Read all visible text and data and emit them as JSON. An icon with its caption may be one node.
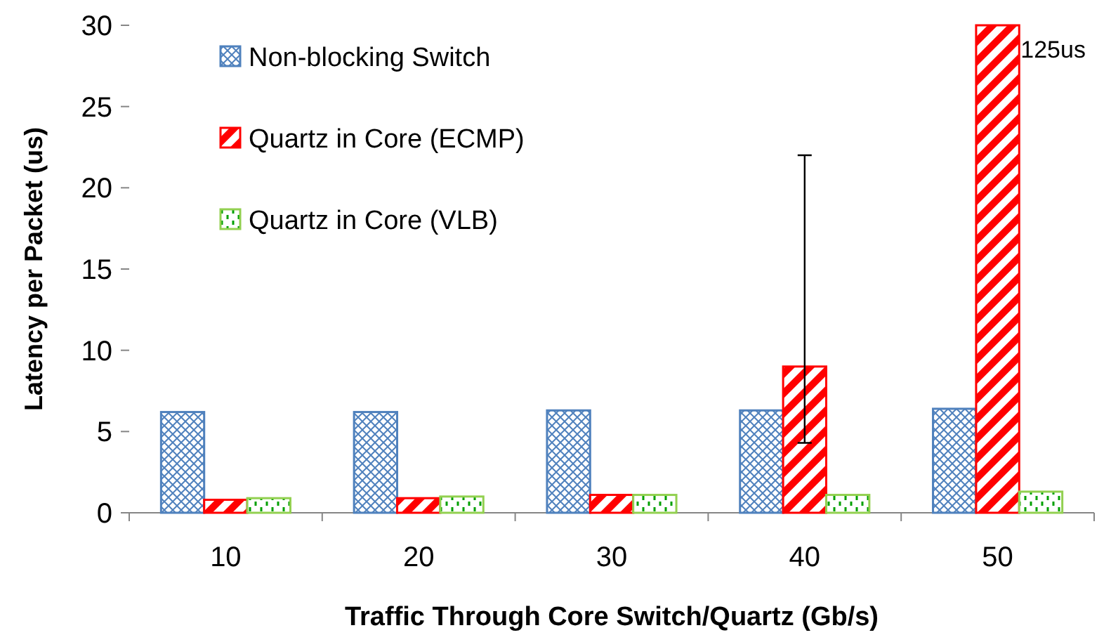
{
  "diagram": {
    "chart_data": {
      "type": "bar",
      "xlabel": "Traffic Through Core Switch/Quartz (Gb/s)",
      "ylabel": "Latency per Packet (us)",
      "categories": [
        "10",
        "20",
        "30",
        "40",
        "50"
      ],
      "series": [
        {
          "name": "Non-blocking Switch",
          "color": "#4f81bd",
          "values": [
            6.2,
            6.2,
            6.3,
            6.3,
            6.4
          ]
        },
        {
          "name": "Quartz in Core (ECMP)",
          "color": "#ff0000",
          "values": [
            0.8,
            0.9,
            1.1,
            9.0,
            30
          ],
          "errors": [
            null,
            null,
            null,
            [
              4.3,
              22
            ],
            null
          ]
        },
        {
          "name": "Quartz in Core (VLB)",
          "color": "#92d050",
          "values": [
            0.9,
            1.0,
            1.1,
            1.1,
            1.3
          ]
        }
      ],
      "ylim": [
        0,
        30
      ],
      "yticks": [
        0,
        5,
        10,
        15,
        20,
        25,
        30
      ],
      "legend": true,
      "annotations": [
        {
          "text": "125us",
          "x": "50",
          "y": 30
        }
      ]
    }
  }
}
